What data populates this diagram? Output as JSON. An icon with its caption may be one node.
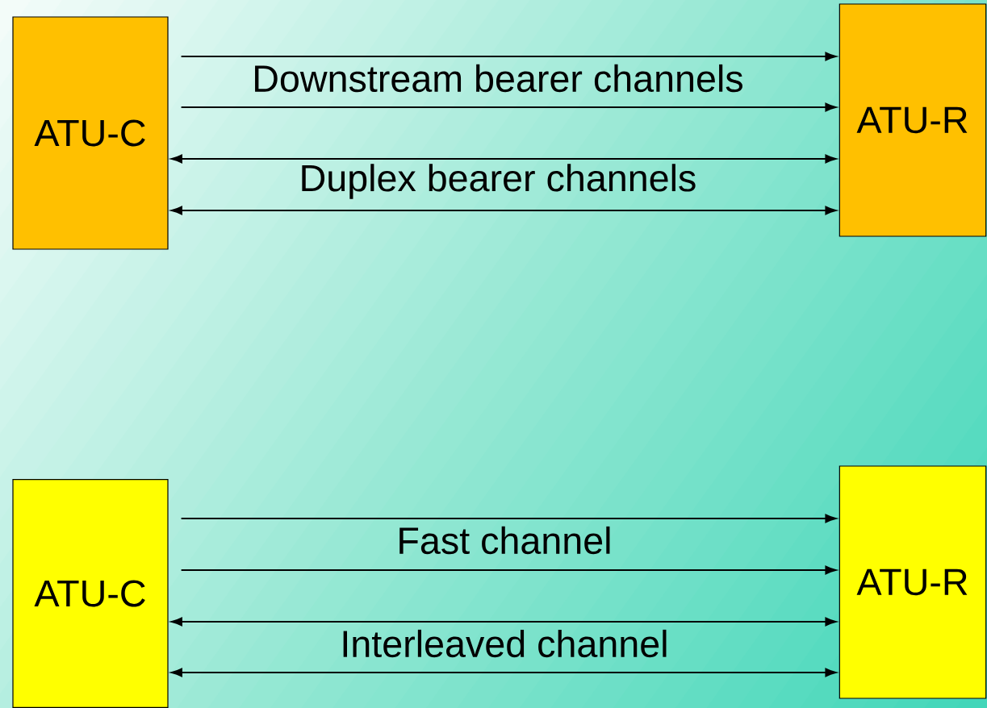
{
  "diagram": {
    "nodes": [
      {
        "text": [
          "ATU-C"
        ]
      },
      {
        "text": [
          "ATU-R"
        ]
      },
      {
        "text": [
          "ATU-C"
        ]
      },
      {
        "text": [
          "ATU-R"
        ]
      }
    ],
    "edges": [
      {
        "from": 0,
        "to": 1,
        "arrow": "to"
      },
      {
        "from": 0,
        "to": 1,
        "arrow": "to"
      },
      {
        "from": 0,
        "to": 1,
        "arrow": "both"
      },
      {
        "from": 0,
        "to": 1,
        "arrow": "both"
      },
      {
        "from": 2,
        "to": 3,
        "arrow": "to"
      },
      {
        "from": 2,
        "to": 3,
        "arrow": "to"
      },
      {
        "from": 2,
        "to": 3,
        "arrow": "both"
      },
      {
        "from": 2,
        "to": 3,
        "arrow": "both"
      }
    ],
    "labels": [
      "Downstream bearer channels",
      "Duplex bearer channels",
      "Fast channel",
      "Interleaved channel"
    ]
  }
}
